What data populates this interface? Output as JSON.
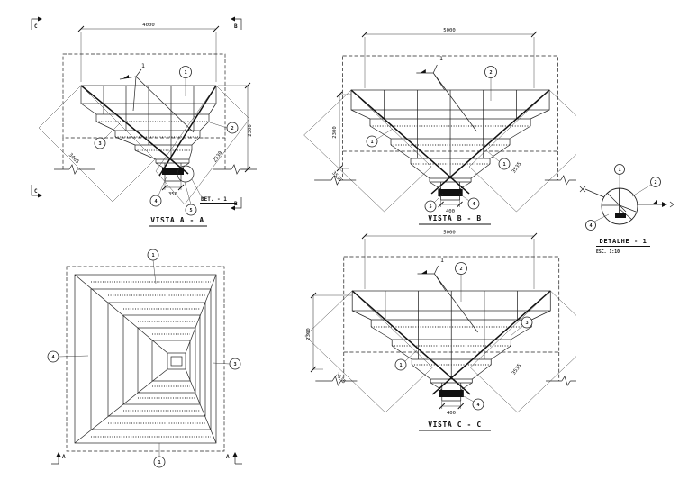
{
  "drawing": {
    "views": {
      "vista_a": {
        "title": "VISTA A - A",
        "dim_top": "4000",
        "dim_right_vertical": "2300",
        "dim_diag_left": "3465",
        "dim_diag_right": "2530",
        "dim_spout": "350",
        "detail_callout": "DET. - 1",
        "weld_tag": "1",
        "balloon_top": "1",
        "balloon_right": "2",
        "balloon_left": "3",
        "balloon_bottom_left": "4",
        "balloon_bottom_right": "5",
        "mark_top_left": "C",
        "mark_top_right": "B",
        "mark_bottom_left": "C",
        "mark_bottom_right": "B"
      },
      "vista_b": {
        "title": "VISTA B - B",
        "dim_top": "5000",
        "dim_left_vertical": "2300",
        "dim_diag_left": "3535",
        "dim_diag_right": "3535",
        "dim_spout": "400",
        "weld_tag": "1",
        "balloon_top": "2",
        "balloon_left": "1",
        "balloon_right": "1",
        "balloon_bottom_left": "5",
        "balloon_bottom_right": "4"
      },
      "vista_c": {
        "title": "VISTA C - C",
        "dim_top": "5000",
        "dim_left_vertical": "2300",
        "dim_diag_left": "3535",
        "dim_diag_right": "3535",
        "dim_spout": "400",
        "weld_tag": "1",
        "balloon_top": "2",
        "balloon_left": "1",
        "balloon_right": "3",
        "balloon_bottom": "4"
      },
      "plan": {
        "balloon_top": "1",
        "balloon_bottom": "1",
        "balloon_left": "4",
        "balloon_right": "3",
        "mark_bottom_left": "A",
        "mark_bottom_right": "A"
      },
      "detail": {
        "title": "DETALHE - 1",
        "scale": "ESC. 1:10",
        "balloon_top": "1",
        "balloon_right": "2",
        "balloon_left": "4"
      }
    }
  }
}
